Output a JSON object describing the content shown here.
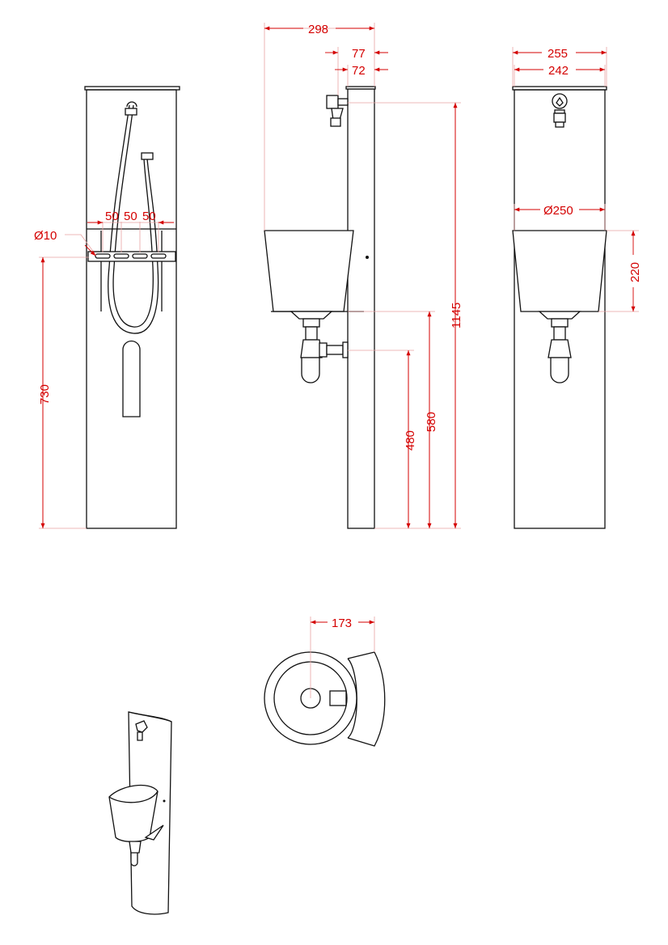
{
  "dimensions": {
    "front_left": {
      "hole_dia": "Ø10",
      "spacing_1": "50",
      "spacing_2": "50",
      "spacing_3": "50",
      "bracket_height": "730"
    },
    "side": {
      "depth_total": "298",
      "tap_offset_outer": "77",
      "column_depth": "72",
      "total_height": "1145",
      "basin_bottom_height": "580",
      "trap_outlet_height": "480"
    },
    "front_right": {
      "top_width": "255",
      "panel_width": "242",
      "basin_dia": "Ø250",
      "basin_height": "220"
    },
    "top_view": {
      "offset": "173"
    }
  },
  "colors": {
    "dimension": "#d40000",
    "extension": "#e9a3a3",
    "outline": "#111111"
  }
}
